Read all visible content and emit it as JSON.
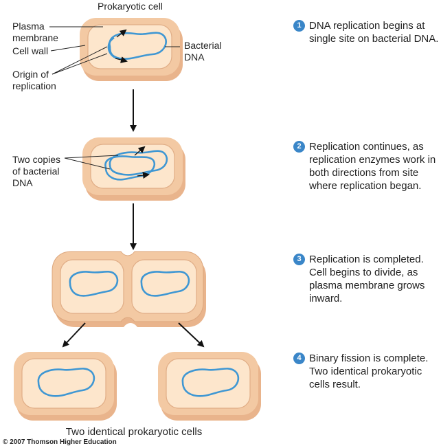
{
  "title": "Prokaryotic cell",
  "labels": {
    "plasma_membrane": "Plasma\nmembrane",
    "cell_wall": "Cell wall",
    "origin": "Origin of\nreplication",
    "bacterial_dna": "Bacterial\nDNA",
    "two_copies": "Two copies\nof bacterial\nDNA"
  },
  "steps": [
    {
      "number": "1",
      "text": "DNA replication begins at single site on bacterial DNA."
    },
    {
      "number": "2",
      "text": "Replication continues, as replication enzymes work in both directions from site where replication began."
    },
    {
      "number": "3",
      "text": "Replication is completed. Cell begins to divide, as plasma membrane grows inward."
    },
    {
      "number": "4",
      "text": "Binary fission is complete. Two identical prokaryotic cells result."
    }
  ],
  "caption": "Two identical prokaryotic cells",
  "copyright": "© 2007 Thomson Higher Education",
  "colors": {
    "cell_outer": "#f3c9a3",
    "cell_inner": "#fde6cc",
    "cell_edge": "#d9a47a",
    "dna": "#3f97d3",
    "arrow": "#111111",
    "step_badge": "#3a86c8"
  }
}
